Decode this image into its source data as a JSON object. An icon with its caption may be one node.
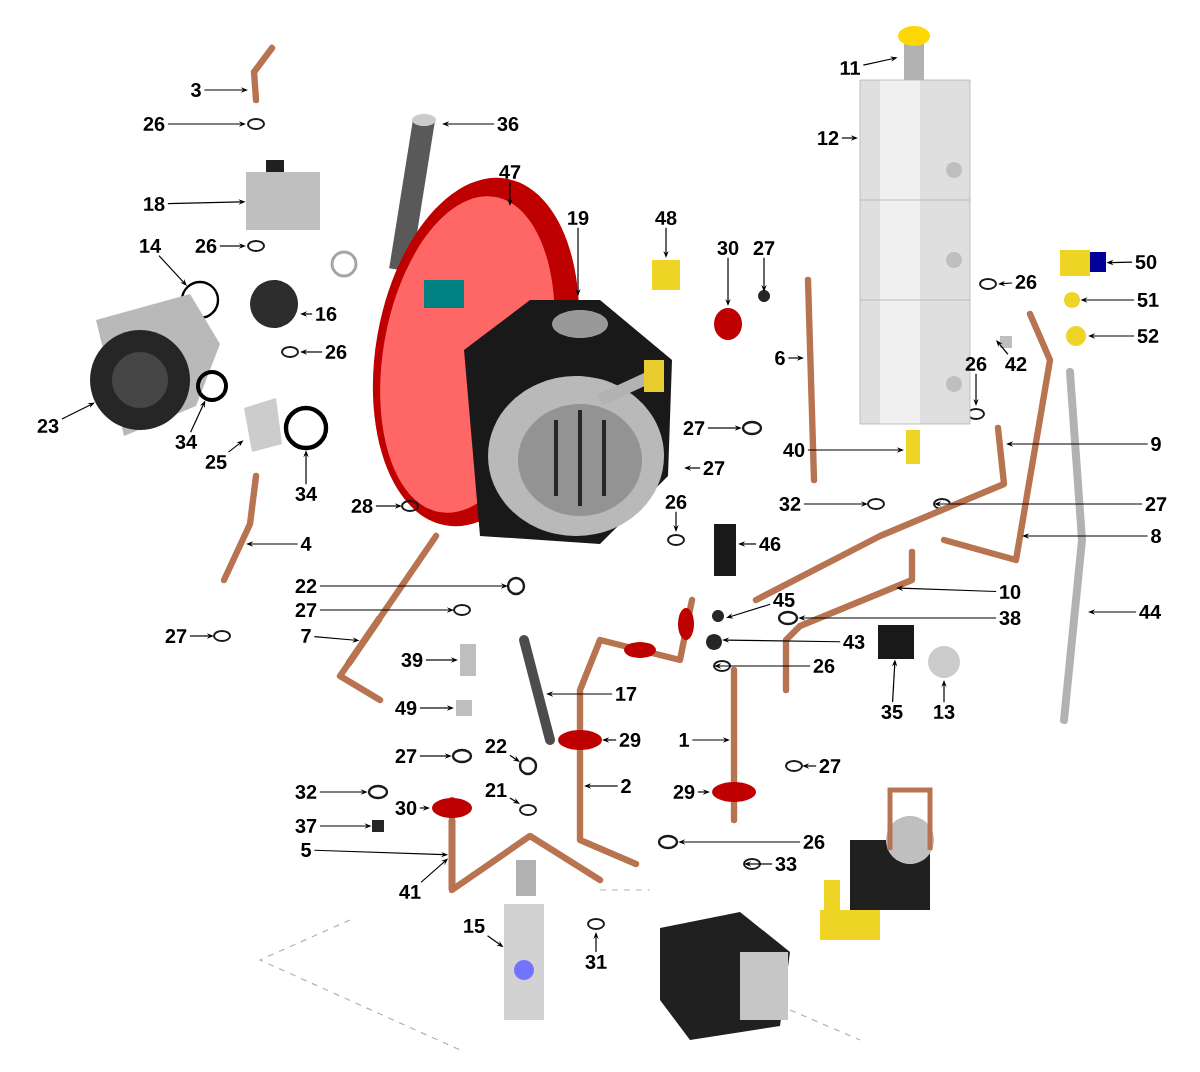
{
  "diagram": {
    "nodes": [
      {
        "text": [
          "3"
        ]
      },
      {
        "text": [
          "26"
        ]
      },
      {
        "text": [
          "18"
        ]
      },
      {
        "text": [
          "14"
        ]
      },
      {
        "text": [
          "26"
        ]
      },
      {
        "text": [
          "16"
        ]
      },
      {
        "text": [
          "26"
        ]
      },
      {
        "text": [
          "23"
        ]
      },
      {
        "text": [
          "34"
        ]
      },
      {
        "text": [
          "25"
        ]
      },
      {
        "text": [
          "34"
        ]
      },
      {
        "text": [
          "36"
        ]
      },
      {
        "text": [
          "47"
        ]
      },
      {
        "text": [
          "19"
        ]
      },
      {
        "text": [
          "48"
        ]
      },
      {
        "text": [
          "30"
        ]
      },
      {
        "text": [
          "27"
        ]
      },
      {
        "text": [
          "11"
        ]
      },
      {
        "text": [
          "12"
        ]
      },
      {
        "text": [
          "6"
        ]
      },
      {
        "text": [
          "26"
        ]
      },
      {
        "text": [
          "42"
        ]
      },
      {
        "text": [
          "26"
        ]
      },
      {
        "text": [
          "50"
        ]
      },
      {
        "text": [
          "51"
        ]
      },
      {
        "text": [
          "52"
        ]
      },
      {
        "text": [
          "9"
        ]
      },
      {
        "text": [
          "27"
        ]
      },
      {
        "text": [
          "27"
        ]
      },
      {
        "text": [
          "40"
        ]
      },
      {
        "text": [
          "26"
        ]
      },
      {
        "text": [
          "32"
        ]
      },
      {
        "text": [
          "27"
        ]
      },
      {
        "text": [
          "46"
        ]
      },
      {
        "text": [
          "8"
        ]
      },
      {
        "text": [
          "45"
        ]
      },
      {
        "text": [
          "10"
        ]
      },
      {
        "text": [
          "38"
        ]
      },
      {
        "text": [
          "43"
        ]
      },
      {
        "text": [
          "26"
        ]
      },
      {
        "text": [
          "35"
        ]
      },
      {
        "text": [
          "13"
        ]
      },
      {
        "text": [
          "44"
        ]
      },
      {
        "text": [
          "4"
        ]
      },
      {
        "text": [
          "27"
        ]
      },
      {
        "text": [
          "22"
        ]
      },
      {
        "text": [
          "27"
        ]
      },
      {
        "text": [
          "7"
        ]
      },
      {
        "text": [
          "39"
        ]
      },
      {
        "text": [
          "49"
        ]
      },
      {
        "text": [
          "27"
        ]
      },
      {
        "text": [
          "17"
        ]
      },
      {
        "text": [
          "22"
        ]
      },
      {
        "text": [
          "29"
        ]
      },
      {
        "text": [
          "21"
        ]
      },
      {
        "text": [
          "2"
        ]
      },
      {
        "text": [
          "30"
        ]
      },
      {
        "text": [
          "32"
        ]
      },
      {
        "text": [
          "37"
        ]
      },
      {
        "text": [
          "5"
        ]
      },
      {
        "text": [
          "41"
        ]
      },
      {
        "text": [
          "15"
        ]
      },
      {
        "text": [
          "31"
        ]
      },
      {
        "text": [
          "1"
        ]
      },
      {
        "text": [
          "29"
        ]
      },
      {
        "text": [
          "27"
        ]
      },
      {
        "text": [
          "26"
        ]
      },
      {
        "text": [
          "33"
        ]
      },
      {
        "text": [
          "28"
        ]
      },
      {
        "text": [],
        "shape": "circle"
      },
      {
        "text": [],
        "shape": "box"
      },
      {
        "text": [],
        "shape": "circle"
      },
      {
        "text": [],
        "shape": "box"
      },
      {
        "text": [],
        "shape": "circle"
      },
      {
        "text": [],
        "shape": "circle"
      },
      {
        "text": [],
        "shape": "circle"
      },
      {
        "text": [],
        "shape": "circle"
      },
      {
        "text": [],
        "shape": "box"
      },
      {
        "text": [],
        "shape": "pipe"
      },
      {
        "text": [],
        "shape": "pipe"
      },
      {
        "text": [],
        "shape": "picture"
      },
      {
        "text": [],
        "shape": "circle"
      },
      {
        "text": [],
        "shape": "picture"
      },
      {
        "text": [],
        "shape": "circle"
      },
      {
        "text": [],
        "shape": "picture"
      },
      {
        "text": [],
        "shape": "box"
      },
      {
        "text": [],
        "shape": "picture"
      },
      {
        "text": [],
        "shape": "circle"
      }
    ],
    "edges": [
      {
        "from": 0,
        "to": null,
        "arrow": "to"
      },
      {
        "from": 1,
        "to": null,
        "arrow": "to"
      },
      {
        "from": 2,
        "to": 70,
        "arrow": "to"
      },
      {
        "from": 3,
        "to": 69,
        "arrow": "to"
      },
      {
        "from": 4,
        "to": null,
        "arrow": "to"
      },
      {
        "from": 5,
        "to": null,
        "arrow": "to"
      },
      {
        "from": 6,
        "to": null,
        "arrow": "to"
      },
      {
        "from": 7,
        "to": 80,
        "arrow": "to"
      },
      {
        "from": 8,
        "to": 81,
        "arrow": "to"
      },
      {
        "from": 9,
        "to": 82,
        "arrow": "to"
      },
      {
        "from": 10,
        "to": 83,
        "arrow": "to"
      },
      {
        "from": 11,
        "to": null,
        "arrow": "to"
      },
      {
        "from": 12,
        "to": null,
        "arrow": "to"
      },
      {
        "from": 13,
        "to": null,
        "arrow": "to"
      },
      {
        "from": 14,
        "to": null,
        "arrow": "to"
      },
      {
        "from": 15,
        "to": null,
        "arrow": "to"
      },
      {
        "from": 16,
        "to": null,
        "arrow": "to"
      },
      {
        "from": 17,
        "to": 84,
        "arrow": "to"
      },
      {
        "from": 18,
        "to": null,
        "arrow": "to"
      },
      {
        "from": 19,
        "to": null,
        "arrow": "to"
      },
      {
        "from": 20,
        "to": null,
        "arrow": "to"
      },
      {
        "from": 21,
        "to": null,
        "arrow": "to"
      },
      {
        "from": 22,
        "to": null,
        "arrow": "to"
      },
      {
        "from": 23,
        "to": 85,
        "arrow": "to"
      },
      {
        "from": 24,
        "to": 87,
        "arrow": "to"
      },
      {
        "from": 25,
        "to": null,
        "arrow": "to"
      },
      {
        "from": 26,
        "to": null,
        "arrow": "to"
      },
      {
        "from": 27,
        "to": 75,
        "arrow": "to"
      },
      {
        "from": 28,
        "to": null,
        "arrow": "to"
      },
      {
        "from": 29,
        "to": null,
        "arrow": "to"
      },
      {
        "from": 30,
        "to": null,
        "arrow": "to"
      },
      {
        "from": 31,
        "to": null,
        "arrow": "to"
      },
      {
        "from": 32,
        "to": null,
        "arrow": "to"
      },
      {
        "from": 33,
        "to": null,
        "arrow": "to"
      },
      {
        "from": 34,
        "to": null,
        "arrow": "to"
      },
      {
        "from": 35,
        "to": null,
        "arrow": "to"
      },
      {
        "from": 36,
        "to": null,
        "arrow": "to"
      },
      {
        "from": 37,
        "to": 76,
        "arrow": "to"
      },
      {
        "from": 38,
        "to": null,
        "arrow": "to"
      },
      {
        "from": 39,
        "to": null,
        "arrow": "to"
      },
      {
        "from": 40,
        "to": 77,
        "arrow": "to"
      },
      {
        "from": 41,
        "to": null,
        "arrow": "to"
      },
      {
        "from": 42,
        "to": null,
        "arrow": "to"
      },
      {
        "from": 43,
        "to": null,
        "arrow": "to"
      },
      {
        "from": 44,
        "to": null,
        "arrow": "to"
      },
      {
        "from": 45,
        "to": null,
        "arrow": "to"
      },
      {
        "from": 46,
        "to": null,
        "arrow": "to"
      },
      {
        "from": 47,
        "to": 78,
        "arrow": "to"
      },
      {
        "from": 48,
        "to": null,
        "arrow": "to"
      },
      {
        "from": 49,
        "to": null,
        "arrow": "to"
      },
      {
        "from": 50,
        "to": 73,
        "arrow": "to"
      },
      {
        "from": 51,
        "to": null,
        "arrow": "to"
      },
      {
        "from": 52,
        "to": null,
        "arrow": "to"
      },
      {
        "from": 53,
        "to": null,
        "arrow": "to"
      },
      {
        "from": 54,
        "to": null,
        "arrow": "to"
      },
      {
        "from": 55,
        "to": null,
        "arrow": "to"
      },
      {
        "from": 56,
        "to": null,
        "arrow": "to"
      },
      {
        "from": 57,
        "to": 71,
        "arrow": "to"
      },
      {
        "from": 58,
        "to": 72,
        "arrow": "to"
      },
      {
        "from": 59,
        "to": 79,
        "arrow": "to"
      },
      {
        "from": 60,
        "to": 79,
        "arrow": "to"
      },
      {
        "from": 61,
        "to": 86,
        "arrow": "to"
      },
      {
        "from": 62,
        "to": null,
        "arrow": "to"
      },
      {
        "from": 63,
        "to": null,
        "arrow": "to"
      },
      {
        "from": 64,
        "to": null,
        "arrow": "to"
      },
      {
        "from": 65,
        "to": null,
        "arrow": "to"
      },
      {
        "from": 66,
        "to": 74,
        "arrow": "to"
      },
      {
        "from": 67,
        "to": null,
        "arrow": "to"
      },
      {
        "from": 68,
        "to": null,
        "arrow": "to"
      }
    ]
  }
}
